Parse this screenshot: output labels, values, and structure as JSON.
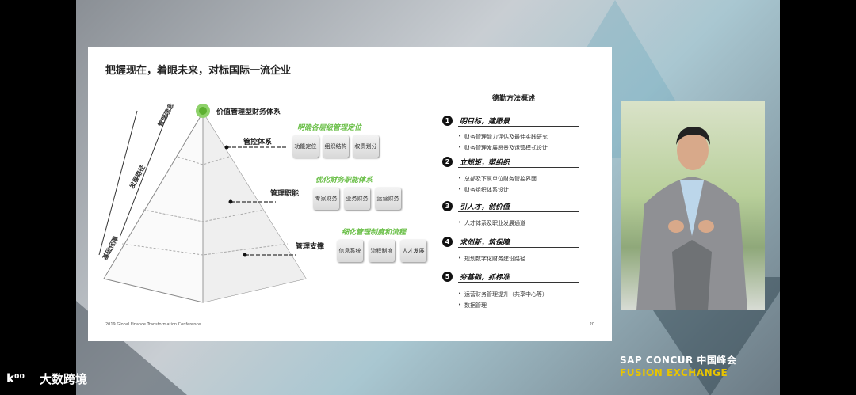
{
  "slide": {
    "title": "把握现在，着眼未来，对标国际一流企业",
    "footer_left": "2019 Global Finance Transformation Conference",
    "footer_right": "20",
    "pyramid": {
      "apex_label": "价值管理型财务体系",
      "side_labels": [
        "管理理念",
        "发展路径",
        "基础保障"
      ],
      "tiers": [
        {
          "name": "管控体系",
          "green": "明确各层级管理定位",
          "boxes": [
            "功能定位",
            "组织结构",
            "权责划分"
          ]
        },
        {
          "name": "管理职能",
          "green": "优化财务职能体系",
          "boxes": [
            "专家财务",
            "业务财务",
            "运营财务"
          ]
        },
        {
          "name": "管理支撑",
          "green": "细化管理制度和流程",
          "boxes": [
            "信息系统",
            "流程制度",
            "人才发展"
          ]
        }
      ]
    },
    "methods": {
      "title": "德勤方法概述",
      "steps": [
        {
          "num": "1",
          "head": "明目标，建愿景",
          "bullets": [
            "财务管理能力评估及最佳实践研究",
            "财务管理发展愿景及运营模式设计"
          ]
        },
        {
          "num": "2",
          "head": "立规矩，塑组织",
          "bullets": [
            "总部及下属单位财务管控界面",
            "财务组织体系设计"
          ]
        },
        {
          "num": "3",
          "head": "引人才，创价值",
          "bullets": [
            "人才体系及职业发展通道"
          ]
        },
        {
          "num": "4",
          "head": "求创新，筑保障",
          "bullets": [
            "规划数字化财务建设路径"
          ]
        },
        {
          "num": "5",
          "head": "夯基础，抓标准",
          "bullets": [
            "运营财务管理提升（共享中心等）",
            "数据管理"
          ]
        }
      ]
    }
  },
  "event": {
    "name": "SAP CONCUR 中国峰会",
    "sub": "FUSION EXCHANGE"
  },
  "watermark": {
    "icon": "k⁰⁰",
    "text": "大数跨境"
  },
  "colors": {
    "accent_green": "#6cc04a",
    "logo_yellow": "#e8c400"
  }
}
